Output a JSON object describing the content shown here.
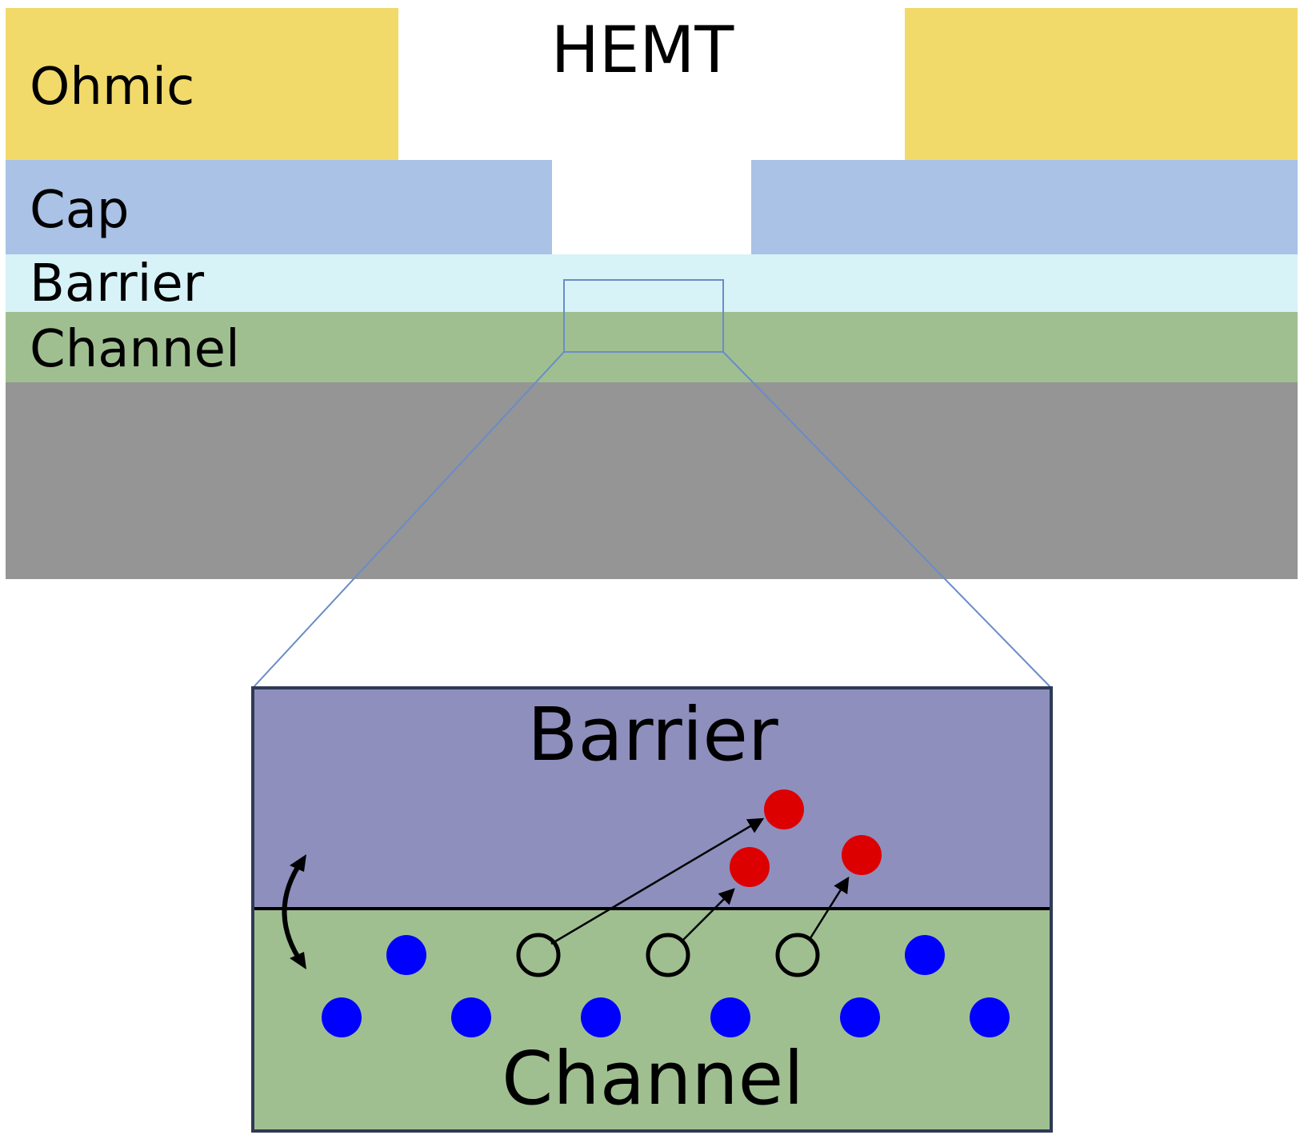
{
  "title": "HEMT",
  "layers": {
    "ohmic": "Ohmic",
    "cap": "Cap",
    "barrier": "Barrier",
    "channel": "Channel"
  },
  "inset": {
    "barrier": "Barrier",
    "channel": "Channel"
  },
  "colors": {
    "ohmic": "#F2DA6A",
    "cap": "#A9C2E5",
    "barrier": "#D7F3F7",
    "channel": "#A0BF91",
    "substrate": "#959595",
    "inset_barrier": "#8E8FBD",
    "inset_channel": "#A0BF91",
    "outline": "#2E3A55",
    "zoom_lines": "#6A8CC6",
    "electron": "#0000FF",
    "ionized": "#DD0000"
  }
}
